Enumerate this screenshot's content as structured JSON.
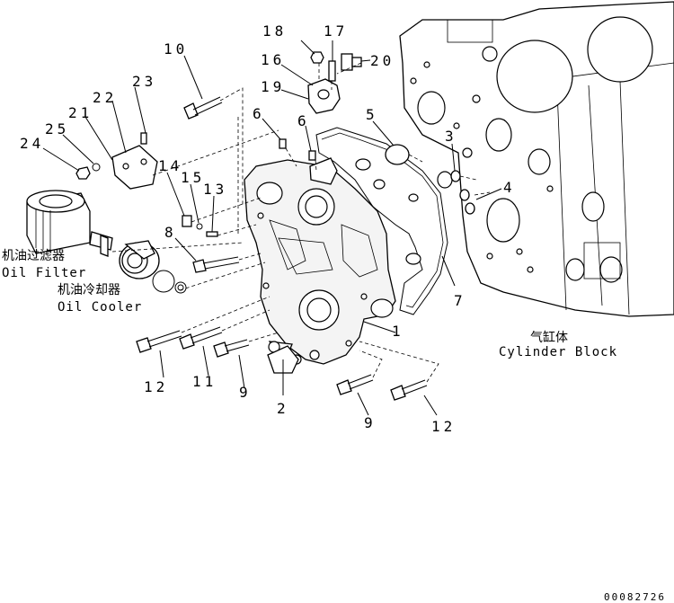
{
  "callouts": {
    "n1": "1",
    "n2": "2",
    "n3": "3",
    "n4": "4",
    "n5": "5",
    "n6a": "6",
    "n6b": "6",
    "n7": "7",
    "n8": "8",
    "n9a": "9",
    "n9b": "9",
    "n10": "10",
    "n11": "11",
    "n12a": "12",
    "n12b": "12",
    "n13": "13",
    "n14": "14",
    "n15": "15",
    "n16": "16",
    "n17": "17",
    "n18": "18",
    "n19": "19",
    "n20": "20",
    "n21": "21",
    "n22": "22",
    "n23": "23",
    "n24": "24",
    "n25": "25"
  },
  "labels": {
    "oil_filter_cn": "机油过滤器",
    "oil_filter_en": "Oil Filter",
    "oil_cooler_cn": "机油冷却器",
    "oil_cooler_en": "Oil Cooler",
    "cylinder_block_cn": "气缸体",
    "cylinder_block_en": "Cylinder Block"
  },
  "drawing_code": "00082726"
}
